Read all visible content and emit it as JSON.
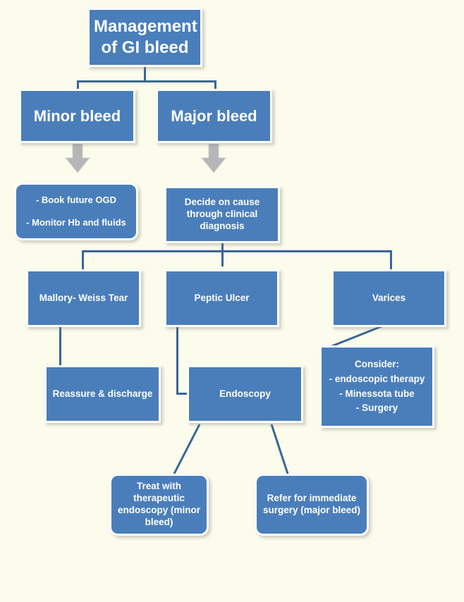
{
  "diagram": {
    "title": "Management of GI bleed flowchart",
    "background_color": "#fbfceb",
    "node_fill_color": "#4a7ebb",
    "node_text_color": "#ffffff",
    "connector_color": "#3a6699",
    "arrow_color": "#b3b3b3"
  },
  "nodes": {
    "root": "Management\nof GI bleed",
    "minor_bleed": "Minor bleed",
    "major_bleed": "Major bleed",
    "minor_actions": "- Book future OGD\n\n- Monitor Hb and fluids",
    "decide_cause": "Decide on cause\nthrough clinical\ndiagnosis",
    "mallory_weiss": "Mallory- Weiss Tear",
    "peptic_ulcer": "Peptic Ulcer",
    "varices": "Varices",
    "reassure": "Reassure & discharge",
    "endoscopy": "Endoscopy",
    "consider": "Consider:\n- endoscopic therapy\n- Minessota tube\n- Surgery",
    "treat_therapeutic": "Treat with\ntherapeutic\nendoscopy (minor\nbleed)",
    "refer_surgery": "Refer for immediate\nsurgery (major bleed)"
  }
}
